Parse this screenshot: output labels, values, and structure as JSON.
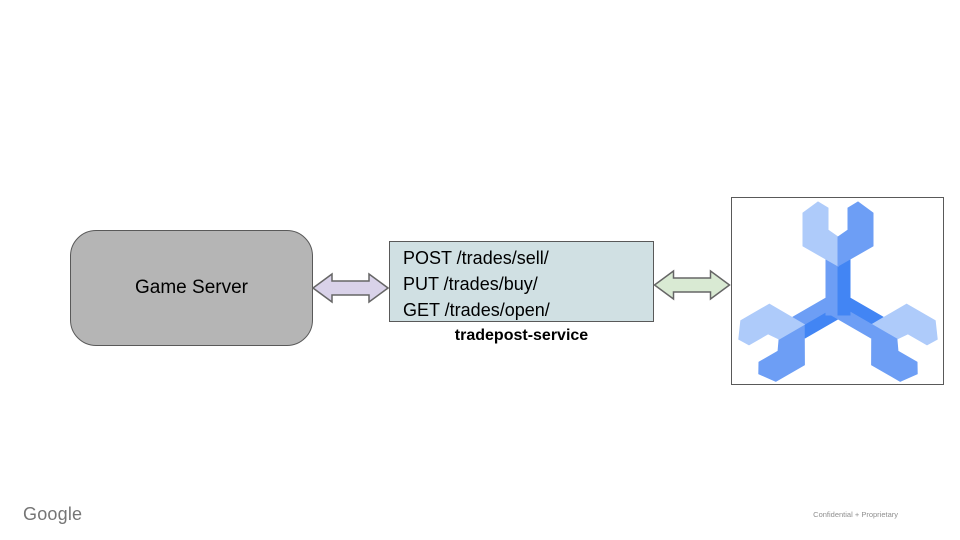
{
  "diagram": {
    "game_server_label": "Game Server",
    "endpoints": [
      "POST /trades/sell/",
      "PUT /trades/buy/",
      "GET /trades/open/"
    ],
    "service_name": "tradepost-service",
    "logo_icon": "open-match-three-wrench-logo"
  },
  "footer": {
    "brand": "Google",
    "confidential": "Confidential + Proprietary"
  },
  "colors": {
    "game_server_fill": "#b5b5b5",
    "box_border": "#595959",
    "service_fill": "#d0e0e3",
    "arrow_left_fill": "#d9d2e9",
    "arrow_right_fill": "#d9ead3",
    "arrow_border": "#666666",
    "logo_light": "#aecbfa",
    "logo_medium": "#6d9ef5",
    "logo_dark": "#4285f4"
  }
}
